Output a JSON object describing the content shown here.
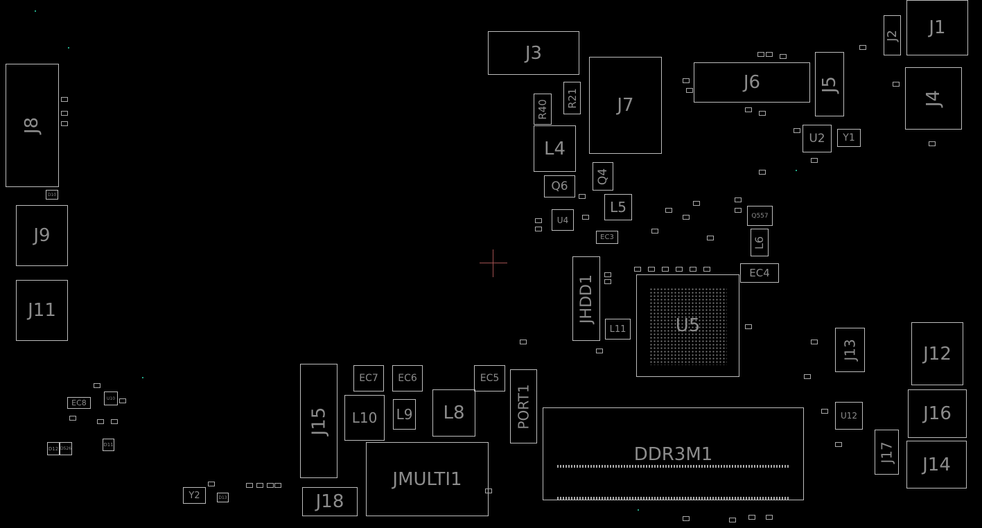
{
  "board": {
    "J1": "J1",
    "J2": "J2",
    "J3": "J3",
    "J4": "J4",
    "J5": "J5",
    "J6": "J6",
    "J7": "J7",
    "J8": "J8",
    "J9": "J9",
    "J11": "J11",
    "J12": "J12",
    "J13": "J13",
    "J14": "J14",
    "J15": "J15",
    "J16": "J16",
    "J17": "J17",
    "J18": "J18",
    "R21": "R21",
    "R40": "R40",
    "L4": "L4",
    "Q6": "Q6",
    "Q4": "Q4",
    "L5": "L5",
    "U4": "U4",
    "EC3": "EC3",
    "U2": "U2",
    "Y1": "Y1",
    "Q557": "Q557",
    "L6": "L6",
    "EC4": "EC4",
    "JHDD1": "JHDD1",
    "L11": "L11",
    "U5": "U5",
    "U12": "U12",
    "EC7": "EC7",
    "EC6": "EC6",
    "EC5": "EC5",
    "L10": "L10",
    "L9": "L9",
    "L8": "L8",
    "PORT1": "PORT1",
    "DDR3M1": "DDR3M1",
    "JMULTI1": "JMULTI1",
    "EC8": "EC8",
    "U10": "U10",
    "D12": "D12",
    "D526": "D526",
    "D11": "D11",
    "Y2": "Y2",
    "D10": "D10",
    "D13": "D13"
  },
  "colors": {
    "background": "#000000",
    "outline": "#bdbdbd",
    "label": "#8c8c8c",
    "cursor": "#a05050"
  }
}
